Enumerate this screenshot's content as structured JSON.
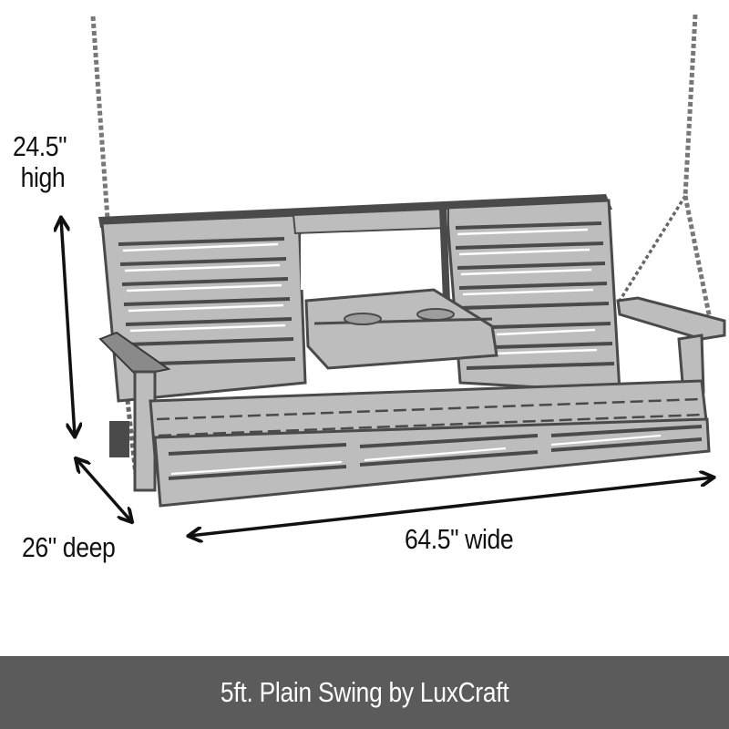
{
  "product": {
    "name": "5ft. Plain Swing by LuxCraft",
    "image_description": "porch-swing-with-cup-holder-console"
  },
  "dimensions": {
    "height": {
      "value": "24.5\"",
      "unit_label": "high"
    },
    "depth": {
      "label": "26\" deep"
    },
    "width": {
      "label": "64.5\" wide"
    }
  },
  "footer": {
    "title": "5ft. Plain Swing by LuxCraft",
    "background": "#5b5b5b",
    "text_color": "#ffffff"
  },
  "colors": {
    "swing_light": "#bdbdbd",
    "swing_dark": "#4a4a4a",
    "arrow": "#111111"
  }
}
